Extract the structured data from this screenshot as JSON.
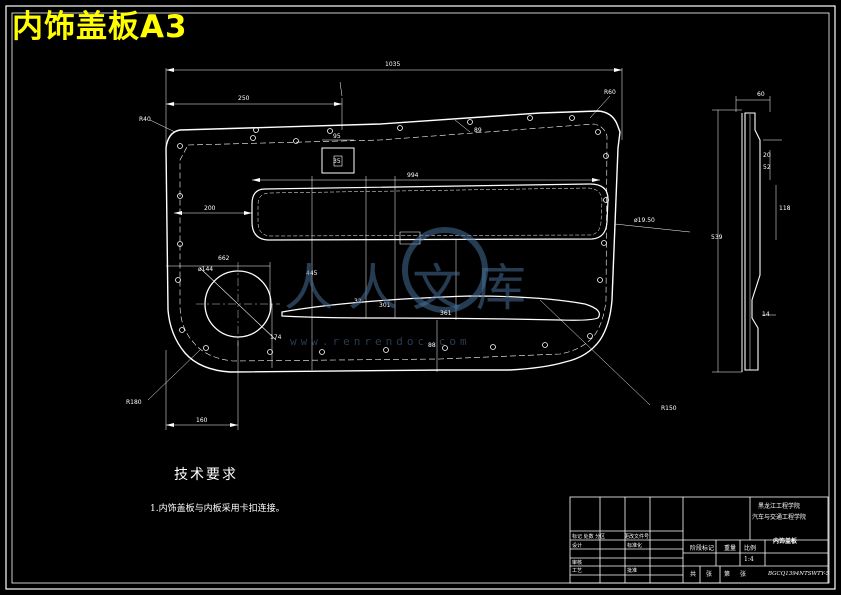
{
  "title_banner": "内饰盖板A3",
  "dimensions": {
    "overall_width": "1035",
    "left_offset_250": "250",
    "radius_r40": "R40",
    "radius_r60": "R60",
    "box_95": "95",
    "box_35": "35",
    "angle_ref": "89",
    "handle_width": "994",
    "handle_left": "200",
    "hole_offset": "662",
    "hole_dia": "ø144",
    "hole_vertical": "174",
    "vert_445": "445",
    "vert_32": "32",
    "vert_301": "301",
    "vert_361": "361",
    "vert_88": "88",
    "bottom_radius": "R150",
    "bottom_left_radius": "R180",
    "bottom_width_160": "160",
    "side_dia": "ø19.50",
    "side_width_60": "60",
    "side_20": "20",
    "side_52": "52",
    "side_118": "118",
    "side_height": "539",
    "side_14": "14"
  },
  "technical_requirements": {
    "title": "技术要求",
    "note": "1.内饰盖板与内板采用卡扣连接。"
  },
  "watermark": {
    "text": "人人文库",
    "url": "www.renrendoc.com"
  },
  "title_block": {
    "school_line1": "黑龙江工程学院",
    "school_line2": "汽车与交通工程学院",
    "part_name": "内饰盖板",
    "drawing_no": "BGCQ1394NTSWTY-5",
    "label_stage": "阶段标记",
    "label_weight": "重量",
    "label_scale": "比例",
    "scale_value": "1:4",
    "label_total": "共",
    "label_sheet": "张",
    "label_no": "第",
    "label_sheet2": "张",
    "row_change": "标记 处数 分区",
    "row_change_2": "更改文件号",
    "row_design": "设计",
    "row_design_2": "标准化",
    "row_review": "审核",
    "row_process": "工艺",
    "row_approve": "批准"
  }
}
